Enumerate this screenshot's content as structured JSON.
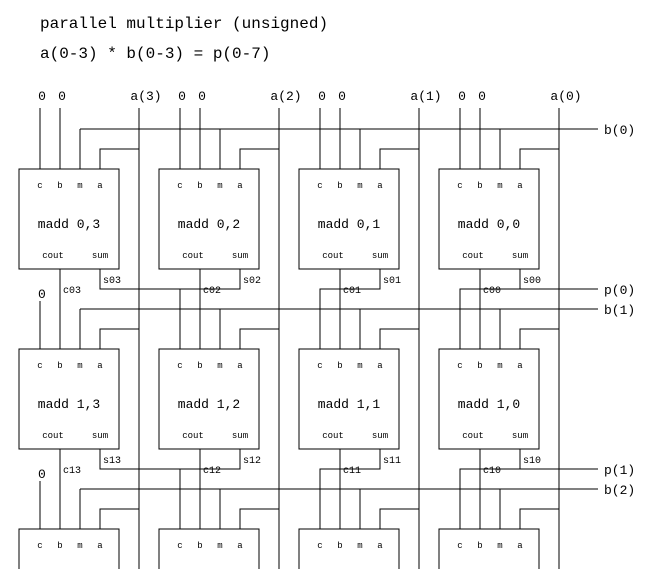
{
  "title_line1": "parallel multiplier  (unsigned)",
  "title_line2": "a(0-3) * b(0-3) = p(0-7)",
  "top_inputs": [
    "0",
    "0",
    "a(3)",
    "0",
    "0",
    "a(2)",
    "0",
    "0",
    "a(1)",
    "0",
    "0",
    "a(0)"
  ],
  "b_labels": [
    "b(0)",
    "b(1)",
    "b(2)"
  ],
  "p_labels": [
    "p(0)",
    "p(1)"
  ],
  "zero_label": "0",
  "port_labels": {
    "c": "c",
    "b": "b",
    "m": "m",
    "a": "a",
    "cout": "cout",
    "sum": "sum"
  },
  "rows": [
    {
      "cells": [
        "madd 0,3",
        "madd 0,2",
        "madd 0,1",
        "madd 0,0"
      ],
      "carry_labels": [
        "c03",
        "c02",
        "c01",
        "c00"
      ],
      "sum_labels": [
        "s03",
        "s02",
        "s01",
        "s00"
      ]
    },
    {
      "cells": [
        "madd 1,3",
        "madd 1,2",
        "madd 1,1",
        "madd 1,0"
      ],
      "carry_labels": [
        "c13",
        "c12",
        "c11",
        "c10"
      ],
      "sum_labels": [
        "s13",
        "s12",
        "s11",
        "s10"
      ]
    },
    {
      "cells": [
        "",
        "",
        "",
        ""
      ]
    }
  ]
}
